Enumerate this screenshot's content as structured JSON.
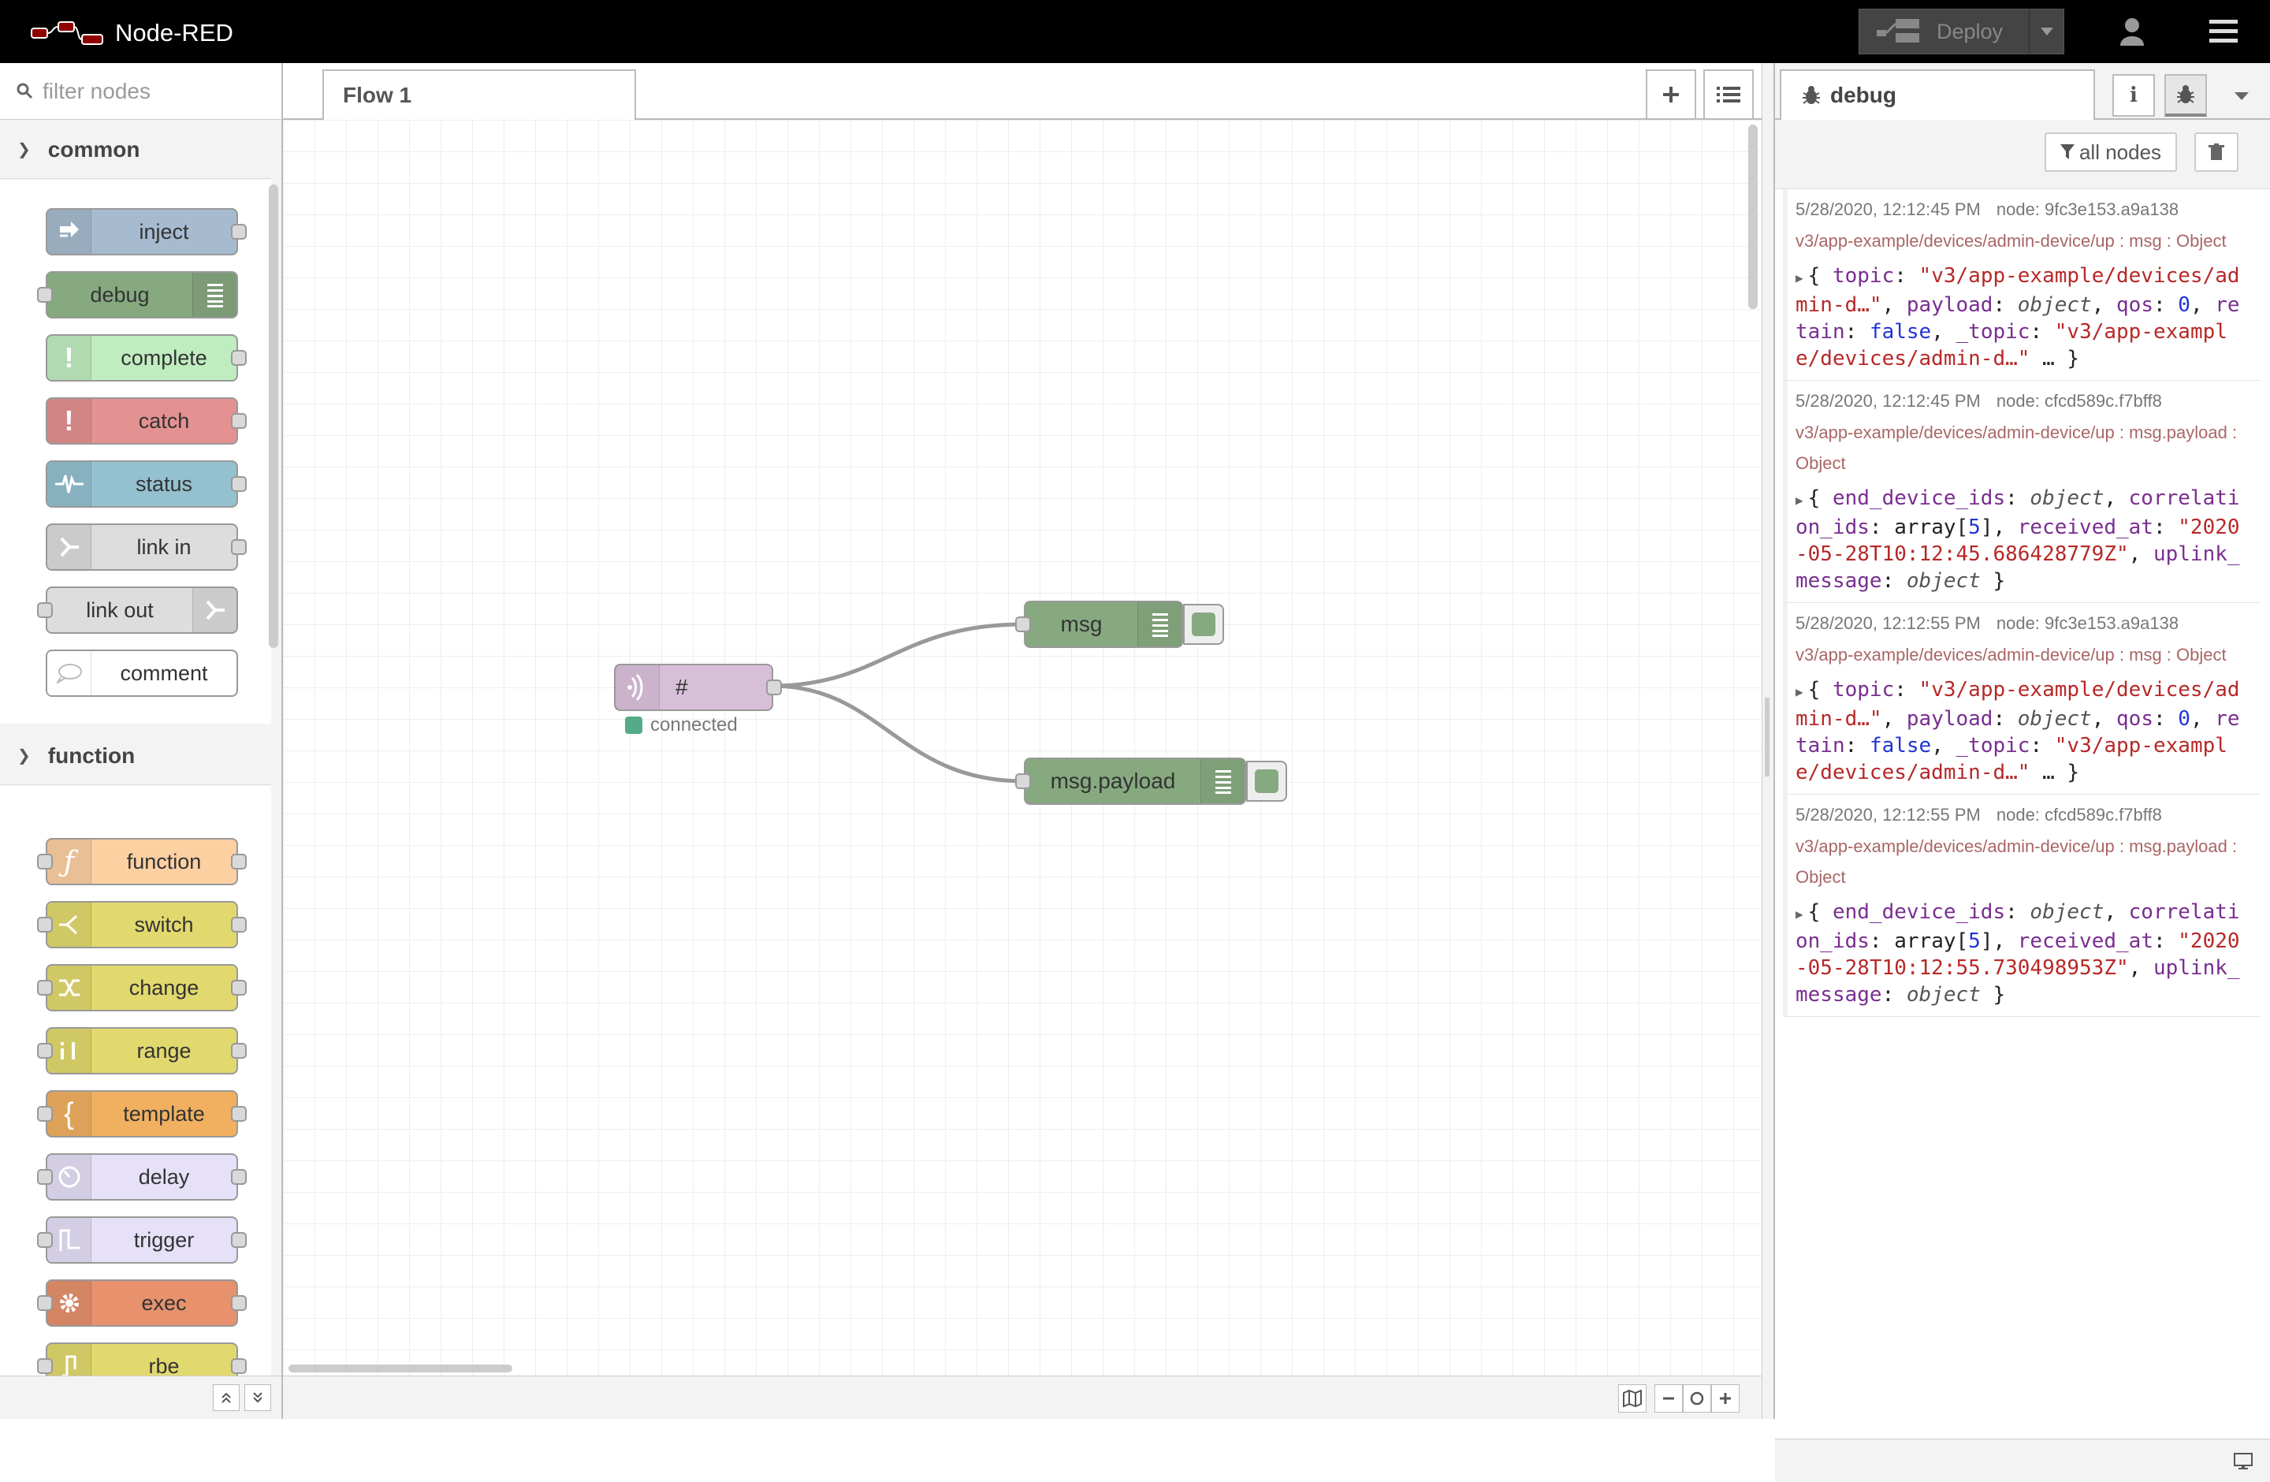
{
  "header": {
    "app_name": "Node-RED",
    "deploy_label": "Deploy"
  },
  "palette": {
    "filter_placeholder": "filter nodes",
    "categories": [
      {
        "name": "common",
        "nodes": [
          {
            "label": "inject",
            "icon": "arrow-icon"
          },
          {
            "label": "debug",
            "icon": "list-icon"
          },
          {
            "label": "complete",
            "icon": "exclamation-icon"
          },
          {
            "label": "catch",
            "icon": "exclamation-icon"
          },
          {
            "label": "status",
            "icon": "pulse-icon"
          },
          {
            "label": "link in",
            "icon": "link-arrow-icon"
          },
          {
            "label": "link out",
            "icon": "link-arrow-icon"
          },
          {
            "label": "comment",
            "icon": "speech-bubble-icon"
          }
        ]
      },
      {
        "name": "function",
        "nodes": [
          {
            "label": "function",
            "icon": "function-icon"
          },
          {
            "label": "switch",
            "icon": "switch-icon"
          },
          {
            "label": "change",
            "icon": "shuffle-icon"
          },
          {
            "label": "range",
            "icon": "range-icon"
          },
          {
            "label": "template",
            "icon": "brace-icon"
          },
          {
            "label": "delay",
            "icon": "clock-icon"
          },
          {
            "label": "trigger",
            "icon": "trigger-icon"
          },
          {
            "label": "exec",
            "icon": "gear-icon"
          },
          {
            "label": "rbe",
            "icon": "rbe-icon"
          }
        ]
      }
    ]
  },
  "workspace": {
    "tabs": [
      {
        "label": "Flow 1"
      }
    ],
    "nodes": {
      "mqtt": {
        "label": "#",
        "status": "connected"
      },
      "debug_msg": {
        "label": "msg"
      },
      "debug_payload": {
        "label": "msg.payload"
      }
    }
  },
  "sidebar": {
    "tab_label": "debug",
    "filter_label": "all nodes",
    "messages": [
      {
        "time": "5/28/2020, 12:12:45 PM",
        "node": "node: 9fc3e153.a9a138",
        "topic": "v3/app-example/devices/admin-device/up : msg : Object",
        "body": "{ topic: \"v3/app-example/devices/admin-d…\", payload: object, qos: 0, retain: false, _topic: \"v3/app-example/devices/admin-d…\" … }"
      },
      {
        "time": "5/28/2020, 12:12:45 PM",
        "node": "node: cfcd589c.f7bff8",
        "topic": "v3/app-example/devices/admin-device/up : msg.payload : Object",
        "body": "{ end_device_ids: object, correlation_ids: array[5], received_at: \"2020-05-28T10:12:45.686428779Z\", uplink_message: object }"
      },
      {
        "time": "5/28/2020, 12:12:55 PM",
        "node": "node: 9fc3e153.a9a138",
        "topic": "v3/app-example/devices/admin-device/up : msg : Object",
        "body": "{ topic: \"v3/app-example/devices/admin-d…\", payload: object, qos: 0, retain: false, _topic: \"v3/app-example/devices/admin-d…\" … }"
      },
      {
        "time": "5/28/2020, 12:12:55 PM",
        "node": "node: cfcd589c.f7bff8",
        "topic": "v3/app-example/devices/admin-device/up : msg.payload : Object",
        "body": "{ end_device_ids: object, correlation_ids: array[5], received_at: \"2020-05-28T10:12:55.730498953Z\", uplink_message: object }"
      }
    ]
  },
  "colors": {
    "inject": "#a6bbcf",
    "debug": "#87a980",
    "complete": "#c0edc0",
    "catch": "#e49191",
    "status": "#94c1d0",
    "link": "#dddddd",
    "comment": "#ffffff",
    "function": "#fdd0a2",
    "switch": "#e2d96e",
    "template": "#f0b060",
    "delay": "#e6e0f8",
    "exec": "#e7916d",
    "mqtt": "#d8bfd8"
  }
}
